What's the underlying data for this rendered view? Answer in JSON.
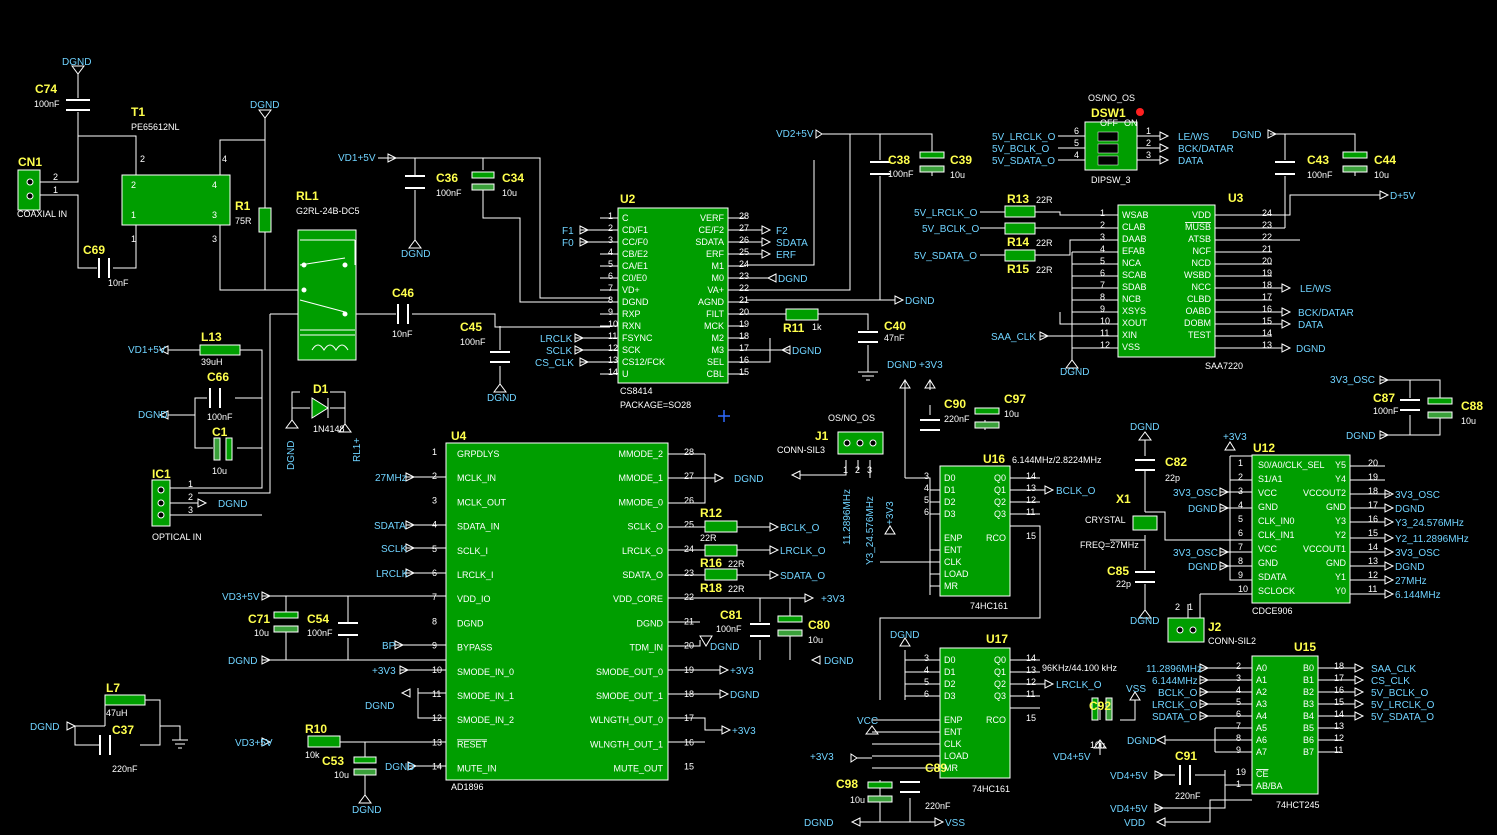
{
  "refs": {
    "c74": "C74",
    "t1": "T1",
    "cn1": "CN1",
    "r1": "R1",
    "c69": "C69",
    "rl1": "RL1",
    "l13": "L13",
    "c66": "C66",
    "c1": "C1",
    "d1": "D1",
    "ic1": "IC1",
    "c36": "C36",
    "c34": "C34",
    "c38": "C38",
    "c39": "C39",
    "u2": "U2",
    "c45": "C45",
    "c46": "C46",
    "r11": "R11",
    "c40": "C40",
    "dsw1": "DSW1",
    "r13": "R13",
    "r14": "R14",
    "r15": "R15",
    "u3": "U3",
    "c43": "C43",
    "c44": "C44",
    "u4": "U4",
    "r12": "R12",
    "r16": "R16",
    "r18": "R18",
    "c81": "C81",
    "c80": "C80",
    "c71": "C71",
    "c54": "C54",
    "c53": "C53",
    "r10": "R10",
    "l7": "L7",
    "c37": "C37",
    "j1": "J1",
    "c90": "C90",
    "c97": "C97",
    "u16": "U16",
    "x1": "X1",
    "c82": "C82",
    "c85": "C85",
    "u12": "U12",
    "c87": "C87",
    "c88": "C88",
    "j2": "J2",
    "u17": "U17",
    "c98": "C98",
    "c89": "C89",
    "c92": "C92",
    "c91": "C91",
    "u15": "U15"
  },
  "values": {
    "c74": "100nF",
    "t1": "PE65612NL",
    "cn1": "COAXIAL IN",
    "r1": "75R",
    "c69": "10nF",
    "rl1": "G2RL-24B-DC5",
    "l13": "39uH",
    "c66": "100nF",
    "c1": "10u",
    "d1": "1N4148",
    "ic1": "OPTICAL IN",
    "c36": "100nF",
    "c34": "10u",
    "c38": "100nF",
    "c39": "10u",
    "u2": "CS8414",
    "u2pkg": "PACKAGE=SO28",
    "c45": "100nF",
    "c46": "10nF",
    "r11": "1k",
    "c40": "47nF",
    "dsw1": "DIPSW_3",
    "dsw1top": "OS/NO_OS",
    "r13": "22R",
    "r14": "22R",
    "r15": "22R",
    "u3": "SAA7220",
    "c43": "100nF",
    "c44": "10u",
    "u4": "AD1896",
    "r12": "22R",
    "r16": "22R",
    "r18": "22R",
    "c81": "100nF",
    "c80": "10u",
    "c71": "10u",
    "c54": "100nF",
    "c53": "10u",
    "r10": "10k",
    "l7": "47uH",
    "c37": "220nF",
    "j1": "CONN-SIL3",
    "j1top": "OS/NO_OS",
    "c90": "220nF",
    "c97": "10u",
    "u16": "74HC161",
    "u16freq": "6.144MHz/2.8224MHz",
    "x1": "CRYSTAL",
    "x1freq": "FREQ=27MHz",
    "c82": "22p",
    "c85": "22p",
    "u12": "CDCE906",
    "c87": "100nF",
    "c88": "10u",
    "j2": "CONN-SIL2",
    "u17": "74HC161",
    "u17freq": "96KHz/44.100 kHz",
    "c98": "10u",
    "c89": "220nF",
    "c92": "10u",
    "c91": "220nF",
    "u15": "74HCT245"
  },
  "nets": {
    "dgnd": "DGND",
    "vd1": "VD1+5V",
    "vd2": "VD2+5V",
    "vd3": "VD3+5V",
    "vd4": "VD4+5V",
    "d5v": "D+5V",
    "v33": "+3V3",
    "v33b": "3V3_OSC",
    "vss": "VSS",
    "vcc": "VCC",
    "vdd": "VDD",
    "rl": "RL1+",
    "f1": "F1",
    "f0": "F0",
    "f2": "F2",
    "sdata": "SDATA",
    "erf": "ERF",
    "lrclk": "LRCLK",
    "sclk": "SCLK",
    "cs_clk": "CS_CLK",
    "le_ws": "LE/WS",
    "bck_datar": "BCK/DATAR",
    "data": "DATA",
    "saa_clk": "SAA_CLK",
    "v5_lrclk": "5V_LRCLK_O",
    "v5_bclk": "5V_BCLK_O",
    "v5_sdata": "5V_SDATA_O",
    "mhz27": "27MHz",
    "bp": "BP",
    "bclk_o": "BCLK_O",
    "lrclk_o": "LRCLK_O",
    "sdata_o": "SDATA_O",
    "f11": "11.2896MHz",
    "f6": "6.144MHz",
    "f24": "Y3_24.576MHz",
    "f11b": "Y2_11.2896MHz",
    "f24short": "24.576MHz"
  },
  "u2": {
    "left": [
      [
        "1",
        "C"
      ],
      [
        "2",
        "CD/F1"
      ],
      [
        "3",
        "CC/F0"
      ],
      [
        "4",
        "CB/E2"
      ],
      [
        "5",
        "CA/E1"
      ],
      [
        "6",
        "C0/E0"
      ],
      [
        "7",
        "VD+"
      ],
      [
        "8",
        "DGND"
      ],
      [
        "9",
        "RXP"
      ],
      [
        "10",
        "RXN"
      ],
      [
        "11",
        "FSYNC"
      ],
      [
        "12",
        "SCK"
      ],
      [
        "13",
        "CS12/FCK"
      ],
      [
        "14",
        "U"
      ]
    ],
    "right": [
      [
        "28",
        "VERF"
      ],
      [
        "27",
        "CE/F2"
      ],
      [
        "26",
        "SDATA"
      ],
      [
        "25",
        "ERF"
      ],
      [
        "24",
        "M1"
      ],
      [
        "23",
        "M0"
      ],
      [
        "22",
        "VA+"
      ],
      [
        "21",
        "AGND"
      ],
      [
        "20",
        "FILT"
      ],
      [
        "19",
        "MCK"
      ],
      [
        "18",
        "M2"
      ],
      [
        "17",
        "M3"
      ],
      [
        "16",
        "SEL"
      ],
      [
        "15",
        "CBL"
      ]
    ]
  },
  "u3": {
    "left": [
      [
        "1",
        "WSAB"
      ],
      [
        "2",
        "CLAB"
      ],
      [
        "3",
        "DAAB"
      ],
      [
        "4",
        "EFAB"
      ],
      [
        "5",
        "NCA"
      ],
      [
        "6",
        "SCAB"
      ],
      [
        "7",
        "SDAB"
      ],
      [
        "8",
        "NCB"
      ],
      [
        "9",
        "XSYS"
      ],
      [
        "10",
        "XOUT"
      ],
      [
        "11",
        "XIN"
      ],
      [
        "12",
        "VSS"
      ]
    ],
    "right": [
      [
        "24",
        "VDD"
      ],
      [
        "23",
        "MUSB"
      ],
      [
        "22",
        "ATSB"
      ],
      [
        "21",
        "NCF"
      ],
      [
        "20",
        "NCD"
      ],
      [
        "19",
        "WSBD"
      ],
      [
        "18",
        "NCC"
      ],
      [
        "17",
        "CLBD"
      ],
      [
        "16",
        "OABD"
      ],
      [
        "15",
        "DOBM"
      ],
      [
        "14",
        "TEST"
      ],
      [
        "13",
        ""
      ]
    ]
  },
  "u4": {
    "left": [
      [
        "1",
        "GRPDLYS"
      ],
      [
        "2",
        "MCLK_IN"
      ],
      [
        "3",
        "MCLK_OUT"
      ],
      [
        "4",
        "SDATA_IN"
      ],
      [
        "5",
        "SCLK_I"
      ],
      [
        "6",
        "LRCLK_I"
      ],
      [
        "7",
        "VDD_IO"
      ],
      [
        "8",
        "DGND"
      ],
      [
        "9",
        "BYPASS"
      ],
      [
        "10",
        "SMODE_IN_0"
      ],
      [
        "11",
        "SMODE_IN_1"
      ],
      [
        "12",
        "SMODE_IN_2"
      ],
      [
        "13",
        "RESET"
      ],
      [
        "14",
        "MUTE_IN"
      ]
    ],
    "right": [
      [
        "28",
        "MMODE_2"
      ],
      [
        "27",
        "MMODE_1"
      ],
      [
        "26",
        "MMODE_0"
      ],
      [
        "25",
        "SCLK_O"
      ],
      [
        "24",
        "LRCLK_O"
      ],
      [
        "23",
        "SDATA_O"
      ],
      [
        "22",
        "VDD_CORE"
      ],
      [
        "21",
        "DGND"
      ],
      [
        "20",
        "TDM_IN"
      ],
      [
        "19",
        "SMODE_OUT_0"
      ],
      [
        "18",
        "SMODE_OUT_1"
      ],
      [
        "17",
        "WLNGTH_OUT_0"
      ],
      [
        "16",
        "WLNGTH_OUT_1"
      ],
      [
        "15",
        "MUTE_OUT"
      ]
    ]
  },
  "u12": {
    "left": [
      [
        "1",
        "S0/A0/CLK_SEL"
      ],
      [
        "2",
        "S1/A1"
      ],
      [
        "3",
        "VCC"
      ],
      [
        "4",
        "GND"
      ],
      [
        "5",
        "CLK_IN0"
      ],
      [
        "6",
        "CLK_IN1"
      ],
      [
        "7",
        "VCC"
      ],
      [
        "8",
        "GND"
      ],
      [
        "9",
        "SDATA"
      ],
      [
        "10",
        "SCLOCK"
      ]
    ],
    "right": [
      [
        "20",
        "Y5"
      ],
      [
        "19",
        "Y4"
      ],
      [
        "18",
        "VCCOUT2"
      ],
      [
        "17",
        "GND"
      ],
      [
        "16",
        "Y3"
      ],
      [
        "15",
        "Y2"
      ],
      [
        "14",
        "VCCOUT1"
      ],
      [
        "13",
        "GND"
      ],
      [
        "12",
        "Y1"
      ],
      [
        "11",
        "Y0"
      ]
    ]
  },
  "u16": {
    "left": [
      [
        "3",
        "D0"
      ],
      [
        "4",
        "D1"
      ],
      [
        "5",
        "D2"
      ],
      [
        "6",
        "D3"
      ],
      [
        "",
        "ENP"
      ],
      [
        "",
        "ENT"
      ],
      [
        "",
        "CLK"
      ],
      [
        "",
        "LOAD"
      ],
      [
        "",
        "MR"
      ]
    ],
    "right": [
      [
        "14",
        "Q0"
      ],
      [
        "13",
        "Q1"
      ],
      [
        "12",
        "Q2"
      ],
      [
        "11",
        "Q3"
      ],
      [
        "15",
        "RCO"
      ]
    ]
  },
  "u17": {
    "left": [
      [
        "3",
        "D0"
      ],
      [
        "4",
        "D1"
      ],
      [
        "5",
        "D2"
      ],
      [
        "6",
        "D3"
      ],
      [
        "",
        "ENP"
      ],
      [
        "",
        "ENT"
      ],
      [
        "",
        "CLK"
      ],
      [
        "",
        "LOAD"
      ],
      [
        "",
        "MR"
      ]
    ],
    "right": [
      [
        "14",
        "Q0"
      ],
      [
        "13",
        "Q1"
      ],
      [
        "12",
        "Q2"
      ],
      [
        "11",
        "Q3"
      ],
      [
        "15",
        "RCO"
      ]
    ]
  },
  "u15": {
    "left": [
      [
        "2",
        "A0"
      ],
      [
        "3",
        "A1"
      ],
      [
        "4",
        "A2"
      ],
      [
        "5",
        "A3"
      ],
      [
        "6",
        "A4"
      ],
      [
        "7",
        "A5"
      ],
      [
        "8",
        "A6"
      ],
      [
        "9",
        "A7"
      ],
      [
        "19",
        "CE"
      ],
      [
        "1",
        "AB/BA"
      ]
    ],
    "right": [
      [
        "18",
        "B0"
      ],
      [
        "17",
        "B1"
      ],
      [
        "16",
        "B2"
      ],
      [
        "15",
        "B3"
      ],
      [
        "14",
        "B4"
      ],
      [
        "13",
        "B5"
      ],
      [
        "12",
        "B6"
      ],
      [
        "11",
        "B7"
      ]
    ]
  },
  "dsw1": {
    "left": [
      "6",
      "5",
      "4"
    ],
    "right": [
      "1",
      "2",
      "3"
    ],
    "off": "OFF",
    "on": "ON"
  }
}
